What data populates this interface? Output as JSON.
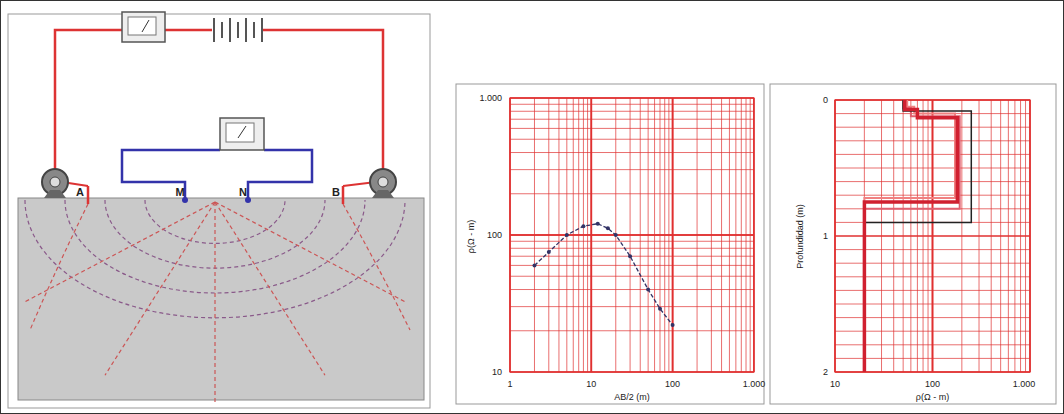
{
  "diagram": {
    "labels": [
      "A",
      "M",
      "N",
      "B",
      "1.000",
      "100",
      "10",
      "1",
      "10",
      "100",
      "1.000",
      "ρ(Ω - m)",
      "AB/2 (m)",
      "0",
      "1",
      "2",
      "Profundidad (m)",
      "10",
      "100",
      "1.000",
      "ρ(Ω - m)"
    ]
  }
}
